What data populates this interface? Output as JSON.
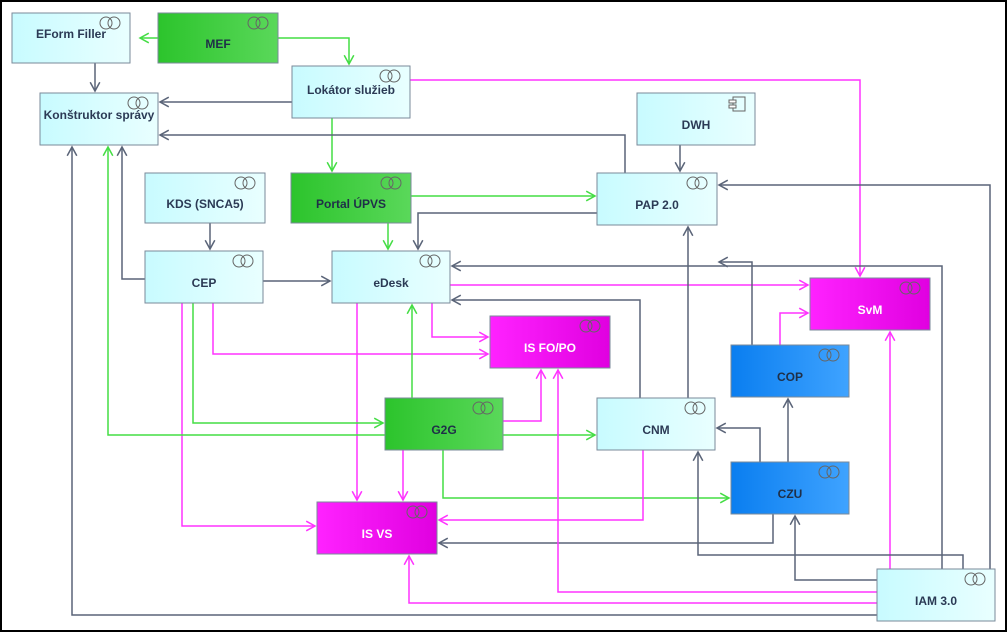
{
  "diagram": {
    "nodes": [
      {
        "id": "eform",
        "label": "EForm Filler",
        "type": "service",
        "style": "cyan"
      },
      {
        "id": "mef",
        "label": "MEF",
        "type": "service",
        "style": "green"
      },
      {
        "id": "lok",
        "label": "Lokátor služieb",
        "type": "service",
        "style": "cyan"
      },
      {
        "id": "konst",
        "label": "Konštruktor správy",
        "type": "service",
        "style": "cyan"
      },
      {
        "id": "dwh",
        "label": "DWH",
        "type": "component",
        "style": "cyan"
      },
      {
        "id": "kds",
        "label": "KDS (SNCA5)",
        "type": "service",
        "style": "cyan"
      },
      {
        "id": "upvs",
        "label": "Portal ÚPVS",
        "type": "service",
        "style": "green"
      },
      {
        "id": "pap",
        "label": "PAP 2.0",
        "type": "service",
        "style": "cyan"
      },
      {
        "id": "cep",
        "label": "CEP",
        "type": "service",
        "style": "cyan"
      },
      {
        "id": "edesk",
        "label": "eDesk",
        "type": "service",
        "style": "cyan"
      },
      {
        "id": "svm",
        "label": "SvM",
        "type": "service",
        "style": "magenta"
      },
      {
        "id": "isfo",
        "label": "IS FO/PO",
        "type": "service",
        "style": "magenta"
      },
      {
        "id": "cop",
        "label": "COP",
        "type": "service",
        "style": "blue"
      },
      {
        "id": "g2g",
        "label": "G2G",
        "type": "service",
        "style": "green"
      },
      {
        "id": "cnm",
        "label": "CNM",
        "type": "service",
        "style": "cyan"
      },
      {
        "id": "czu",
        "label": "CZU",
        "type": "service",
        "style": "blue"
      },
      {
        "id": "isvs",
        "label": "IS VS",
        "type": "service",
        "style": "magenta"
      },
      {
        "id": "iam",
        "label": "IAM 3.0",
        "type": "service",
        "style": "cyan"
      }
    ],
    "edges": [
      {
        "from": "mef",
        "to": "eform",
        "color": "green"
      },
      {
        "from": "mef",
        "to": "lok",
        "color": "green"
      },
      {
        "from": "eform",
        "to": "konst",
        "color": "gray"
      },
      {
        "from": "lok",
        "to": "konst",
        "color": "gray"
      },
      {
        "from": "lok",
        "to": "upvs",
        "color": "green"
      },
      {
        "from": "lok",
        "to": "svm",
        "color": "magenta"
      },
      {
        "from": "pap",
        "to": "konst",
        "color": "gray"
      },
      {
        "from": "dwh",
        "to": "pap",
        "color": "gray"
      },
      {
        "from": "kds",
        "to": "cep",
        "color": "gray"
      },
      {
        "from": "cep",
        "to": "konst",
        "color": "gray"
      },
      {
        "from": "cep",
        "to": "edesk",
        "color": "gray"
      },
      {
        "from": "upvs",
        "to": "pap",
        "color": "green"
      },
      {
        "from": "upvs",
        "to": "edesk",
        "color": "green"
      },
      {
        "from": "pap",
        "to": "edesk",
        "color": "gray"
      },
      {
        "from": "edesk",
        "to": "svm",
        "color": "magenta"
      },
      {
        "from": "edesk",
        "to": "isfo",
        "color": "magenta"
      },
      {
        "from": "edesk",
        "to": "isvs",
        "color": "magenta"
      },
      {
        "from": "cep",
        "to": "isfo",
        "color": "magenta"
      },
      {
        "from": "cep",
        "to": "isvs",
        "color": "magenta"
      },
      {
        "from": "cep",
        "to": "g2g",
        "color": "green"
      },
      {
        "from": "g2g",
        "to": "konst",
        "color": "green"
      },
      {
        "from": "g2g",
        "to": "edesk",
        "color": "green"
      },
      {
        "from": "g2g",
        "to": "isfo",
        "color": "magenta"
      },
      {
        "from": "g2g",
        "to": "cnm",
        "color": "green"
      },
      {
        "from": "g2g",
        "to": "isvs",
        "color": "magenta"
      },
      {
        "from": "g2g",
        "to": "czu",
        "color": "green"
      },
      {
        "from": "cnm",
        "to": "pap",
        "color": "gray"
      },
      {
        "from": "cnm",
        "to": "edesk",
        "color": "gray"
      },
      {
        "from": "cnm",
        "to": "isvs",
        "color": "magenta"
      },
      {
        "from": "cop",
        "to": "pap",
        "color": "gray"
      },
      {
        "from": "cop",
        "to": "svm",
        "color": "magenta"
      },
      {
        "from": "czu",
        "to": "cop",
        "color": "gray"
      },
      {
        "from": "czu",
        "to": "cnm",
        "color": "gray"
      },
      {
        "from": "czu",
        "to": "isvs",
        "color": "gray"
      },
      {
        "from": "iam",
        "to": "konst",
        "color": "gray"
      },
      {
        "from": "iam",
        "to": "pap",
        "color": "gray"
      },
      {
        "from": "iam",
        "to": "edesk",
        "color": "gray"
      },
      {
        "from": "iam",
        "to": "svm",
        "color": "magenta"
      },
      {
        "from": "iam",
        "to": "isfo",
        "color": "magenta"
      },
      {
        "from": "iam",
        "to": "isvs",
        "color": "magenta"
      },
      {
        "from": "iam",
        "to": "cnm",
        "color": "gray"
      },
      {
        "from": "iam",
        "to": "czu",
        "color": "gray"
      }
    ]
  },
  "colors": {
    "cyan_fill": "#ccffff",
    "green_fill": "#33cc33",
    "magenta_fill": "#ee00ee",
    "blue_fill": "#1a8cff",
    "edge_gray": "#5a6478",
    "edge_green": "#44dd44",
    "edge_magenta": "#ff33ff",
    "border": "#000000"
  },
  "icons": {
    "service": "interface-service-icon",
    "component": "component-icon"
  }
}
